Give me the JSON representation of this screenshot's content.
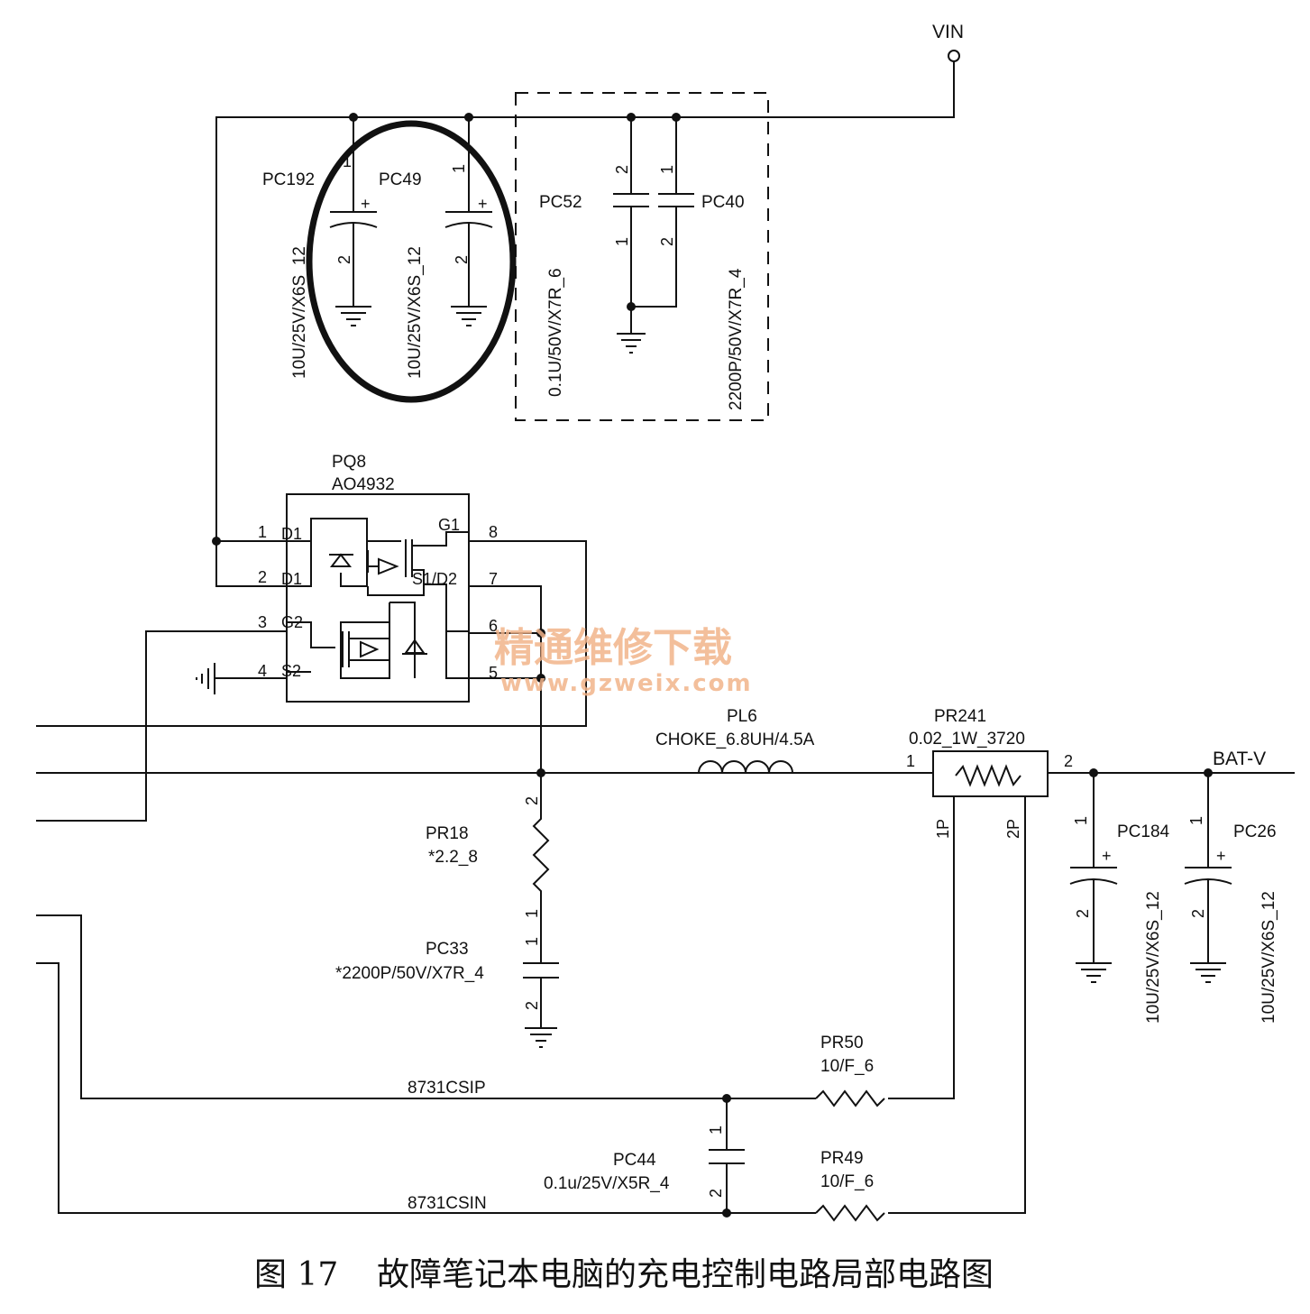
{
  "nets": {
    "vin": "VIN",
    "bat": "BAT-V",
    "csip": "8731CSIP",
    "csin": "8731CSIN"
  },
  "components": {
    "pc192": {
      "ref": "PC192",
      "value": "10U/25V/X6S_12",
      "pin1": "1",
      "pin2": "2",
      "plus": "+"
    },
    "pc49": {
      "ref": "PC49",
      "value": "10U/25V/X6S_12",
      "pin1": "1",
      "pin2": "2",
      "plus": "+"
    },
    "pc52": {
      "ref": "PC52",
      "value": "0.1U/50V/X7R_6",
      "pin_top": "2",
      "pin_bot": "1"
    },
    "pc40": {
      "ref": "PC40",
      "value": "2200P/50V/X7R_4",
      "pin_top": "1",
      "pin_bot": "2"
    },
    "pq8": {
      "ref": "PQ8",
      "value": "AO4932",
      "pins": [
        {
          "num": "1",
          "name": "D1"
        },
        {
          "num": "2",
          "name": "D1"
        },
        {
          "num": "3",
          "name": "G2"
        },
        {
          "num": "4",
          "name": "S2"
        },
        {
          "num": "5",
          "name": ""
        },
        {
          "num": "6",
          "name": ""
        },
        {
          "num": "7",
          "name": "S1/D2"
        },
        {
          "num": "8",
          "name": "G1"
        }
      ]
    },
    "pl6": {
      "ref": "PL6",
      "value": "CHOKE_6.8UH/4.5A"
    },
    "pr241": {
      "ref": "PR241",
      "value": "0.02_1W_3720",
      "pin1": "1",
      "pin2": "2",
      "pin1p": "1P",
      "pin2p": "2P"
    },
    "pc184": {
      "ref": "PC184",
      "value": "10U/25V/X6S_12",
      "pin1": "1",
      "pin2": "2",
      "plus": "+"
    },
    "pc26": {
      "ref": "PC26",
      "value": "10U/25V/X6S_12",
      "pin1": "1",
      "pin2": "2",
      "plus": "+"
    },
    "pr18": {
      "ref": "PR18",
      "value": "*2.2_8",
      "pin_top": "2",
      "pin_bot": "1"
    },
    "pc33": {
      "ref": "PC33",
      "value": "*2200P/50V/X7R_4",
      "pin_top": "1",
      "pin_bot": "2"
    },
    "pr50": {
      "ref": "PR50",
      "value": "10/F_6"
    },
    "pr49": {
      "ref": "PR49",
      "value": "10/F_6"
    },
    "pc44": {
      "ref": "PC44",
      "value": "0.1u/25V/X5R_4",
      "pin_top": "1",
      "pin_bot": "2"
    }
  },
  "watermark": {
    "cn": "精通维修下载",
    "url": "www.gzweix.com"
  },
  "caption": {
    "fig": "图 17",
    "text": "故障笔记本电脑的充电控制电路局部电路图"
  }
}
